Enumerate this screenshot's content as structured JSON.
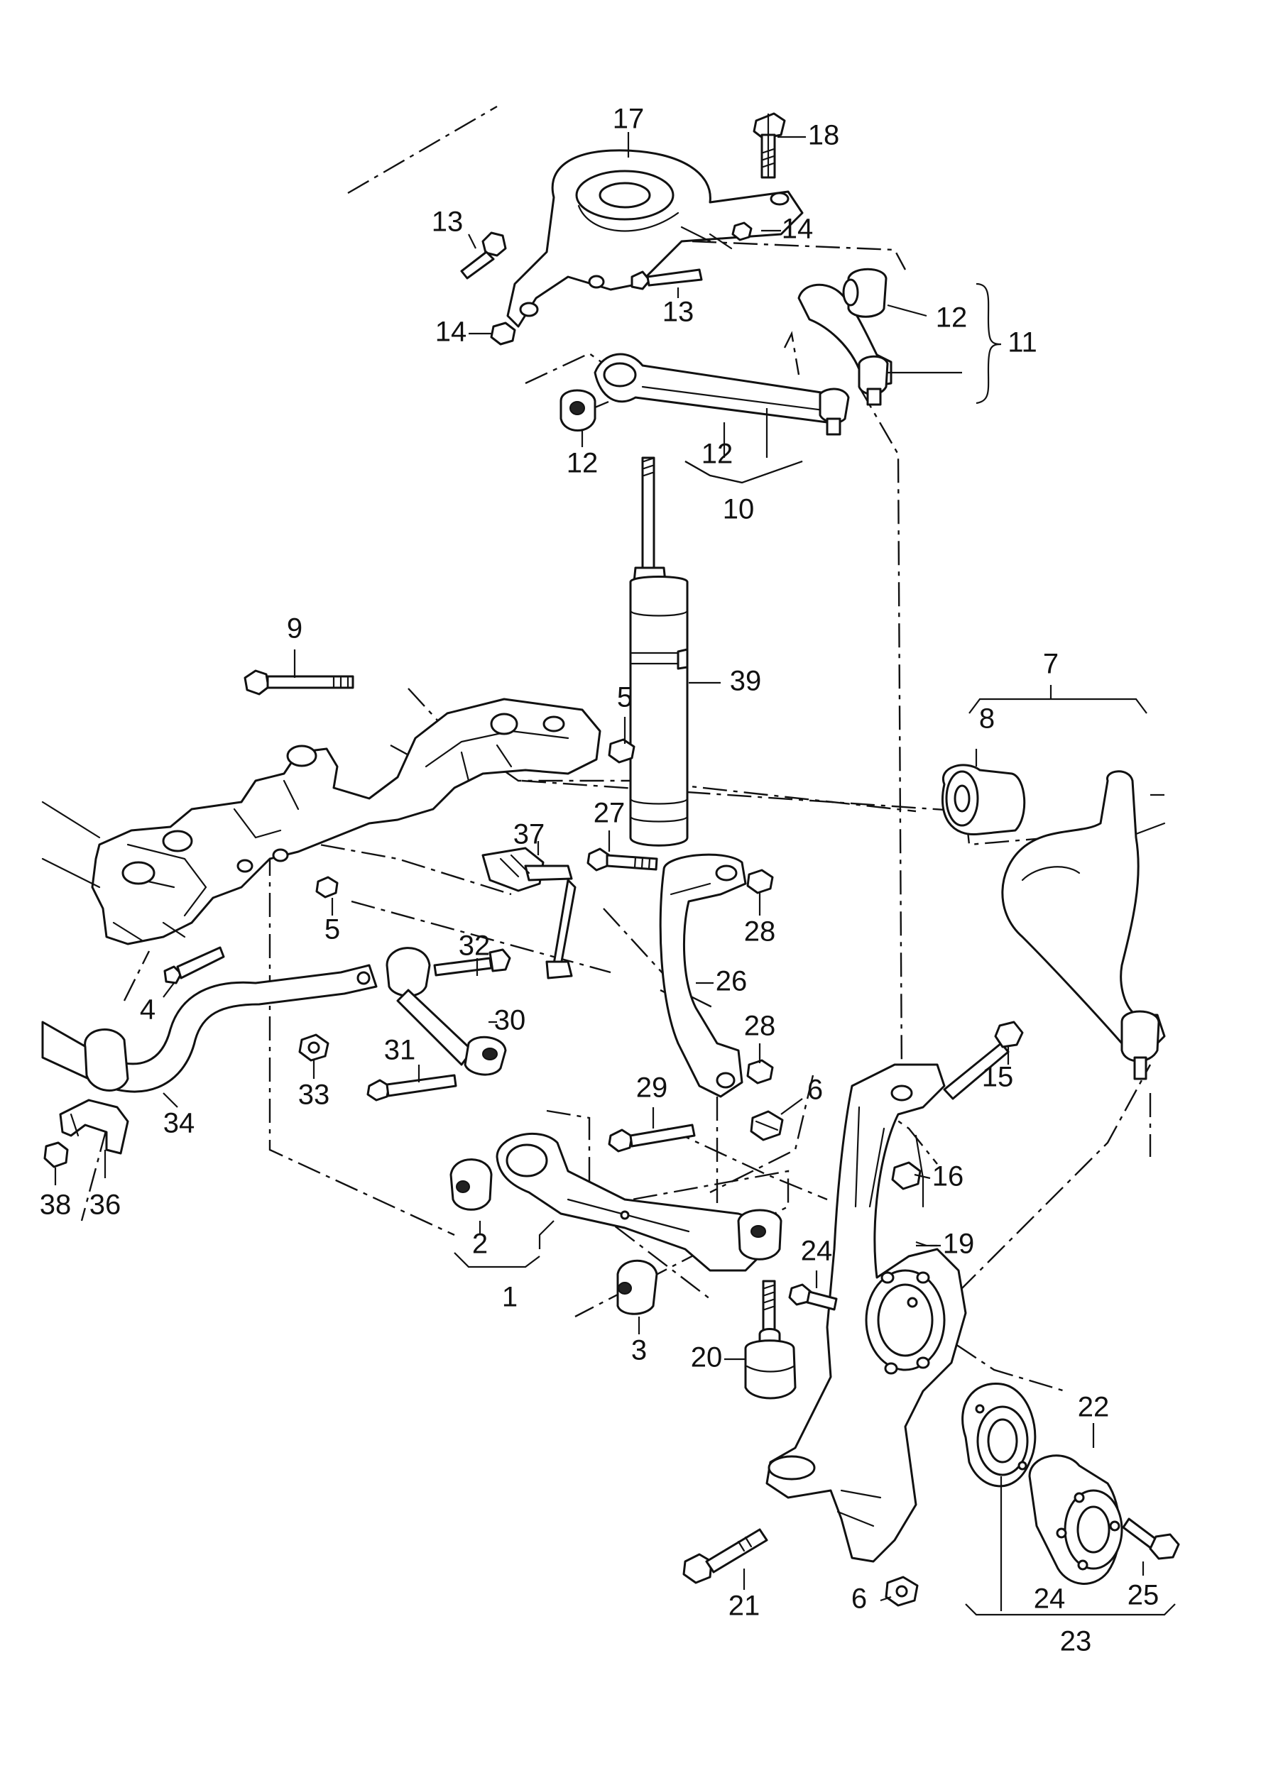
{
  "callouts": [
    "1",
    "2",
    "3",
    "4",
    "5",
    "6",
    "7",
    "8",
    "9",
    "10",
    "11",
    "12",
    "13",
    "14",
    "15",
    "16",
    "17",
    "18",
    "19",
    "20",
    "21",
    "22",
    "23",
    "24",
    "25",
    "26",
    "27",
    "28",
    "29",
    "30",
    "31",
    "32",
    "33",
    "34",
    "36",
    "37",
    "38",
    "39"
  ]
}
